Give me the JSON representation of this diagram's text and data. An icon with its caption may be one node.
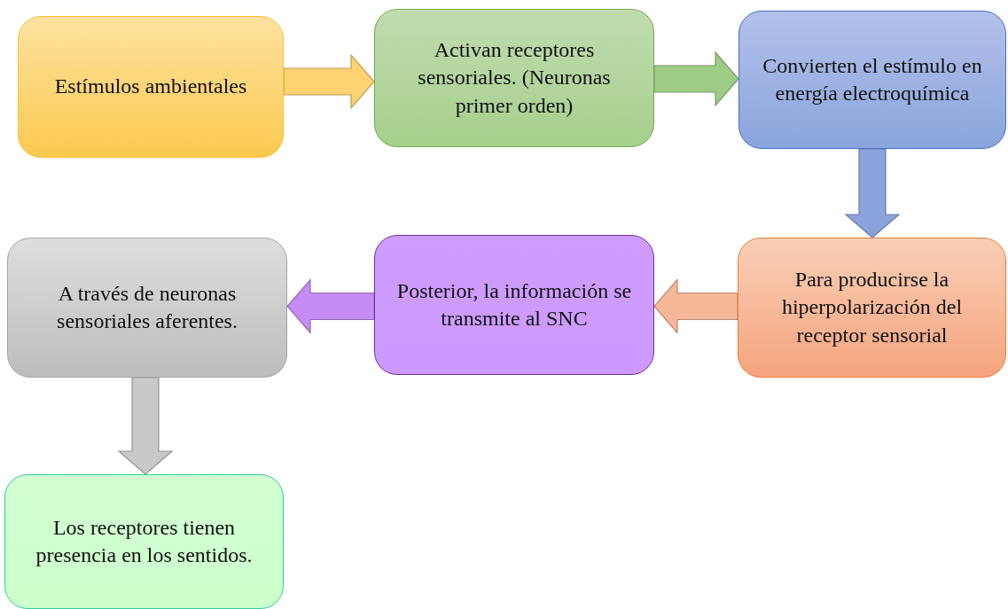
{
  "diagram": {
    "nodes": [
      {
        "text": [
          "Estímulos ambientales"
        ]
      },
      {
        "text": [
          "Activan receptores sensoriales. (Neuronas primer orden)"
        ]
      },
      {
        "text": [
          "Convierten el estímulo en energía electroquímica"
        ]
      },
      {
        "text": [
          "Para producirse la hiperpolarización del receptor sensorial"
        ]
      },
      {
        "text": [
          "Posterior, la información se transmite al SNC"
        ]
      },
      {
        "text": [
          "A través de neuronas sensoriales aferentes."
        ]
      },
      {
        "text": [
          "Los receptores tienen presencia en los sentidos."
        ]
      }
    ],
    "edges": [
      {
        "from": 0,
        "to": 1,
        "arrow": "to",
        "style": "thick",
        "color": "#fdd270"
      },
      {
        "from": 1,
        "to": 2,
        "arrow": "to",
        "style": "thick",
        "color": "#9fcc86"
      },
      {
        "from": 2,
        "to": 3,
        "arrow": "to",
        "style": "thick",
        "color": "#8ba3dc"
      },
      {
        "from": 3,
        "to": 4,
        "arrow": "to",
        "style": "thick",
        "color": "#f7b89a"
      },
      {
        "from": 4,
        "to": 5,
        "arrow": "to",
        "style": "thick",
        "color": "#c58cf5"
      },
      {
        "from": 5,
        "to": 6,
        "arrow": "to",
        "style": "thick",
        "color": "#c9c9c9"
      }
    ]
  }
}
